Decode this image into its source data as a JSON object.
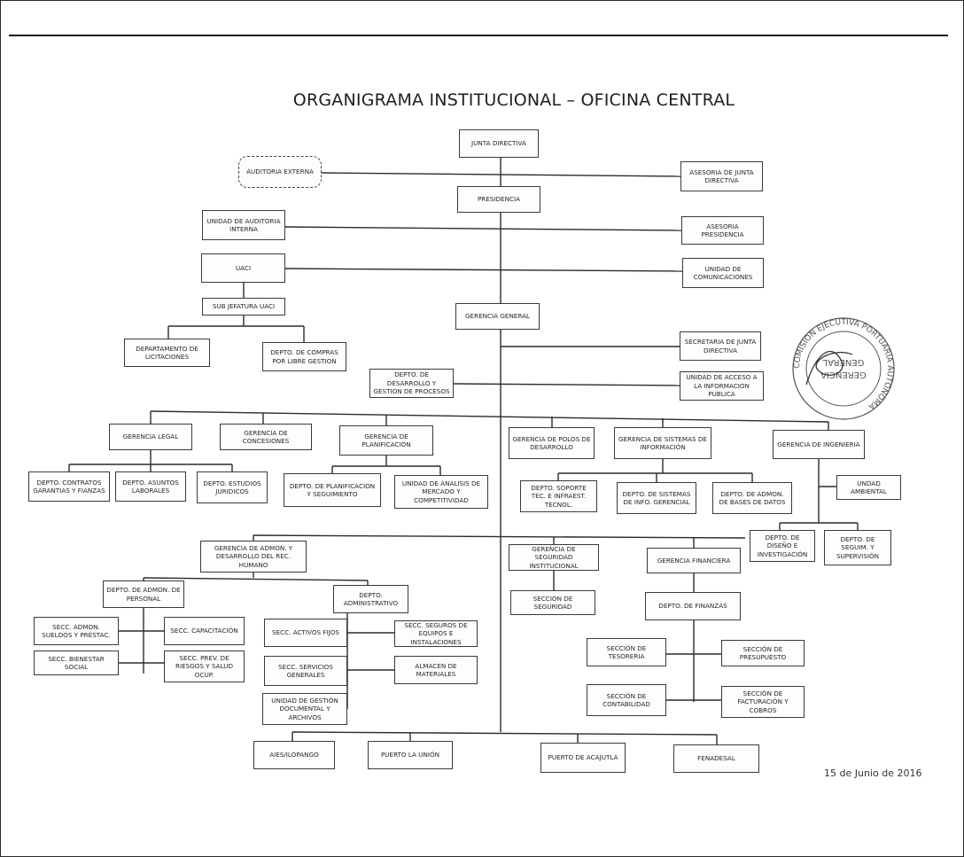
{
  "title": "ORGANIGRAMA INSTITUCIONAL – OFICINA CENTRAL",
  "date": "15 de Junio de 2016",
  "stamp": {
    "outer_text": "COMISION EJECUTIVA PORTUARIA AUTONOMA",
    "center_line1": "GERENCIA",
    "center_line2": "GENERAL"
  },
  "units": {
    "junta_directiva": "JUNTA DIRECTIVA",
    "auditoria_externa": "AUDITORIA EXTERNA",
    "asesoria_junta_directiva": "ASESORIA DE JUNTA DIRECTIVA",
    "presidencia": "PRESIDENCIA",
    "unidad_auditoria_interna": "UNIDAD DE AUDITORIA INTERNA",
    "asesoria_presidencia": "ASESORIA PRESIDENCIA",
    "uaci": "UACI",
    "unidad_comunicaciones": "UNIDAD DE COMUNICACIONES",
    "sub_jefatura_uaci": "SUB JEFATURA UACI",
    "gerencia_general": "GERENCIA GENERAL",
    "departamento_licitaciones": "DEPARTAMENTO DE LICITACIONES",
    "depto_compras_libre_gestion": "DEPTO. DE COMPRAS POR LIBRE GESTION",
    "secretaria_junta_directiva": "SECRETARIA DE JUNTA DIRECTIVA",
    "depto_desarrollo_gestion_procesos": "DEPTO. DE DESARROLLO Y GESTION DE PROCESOS",
    "unidad_acceso_informacion": "UNIDAD DE ACCESO A LA INFORMACION PUBLICA",
    "gerencia_legal": "GERENCIA LEGAL",
    "gerencia_concesiones": "GERENCIA DE CONCESIONES",
    "gerencia_planificacion": "GERENCIA DE PLANIFICACION",
    "gerencia_polos_desarrollo": "GERENCIA DE POLOS DE DESARROLLO",
    "gerencia_sistemas_informacion": "GERENCIA DE SISTEMAS DE INFORMACIÓN",
    "gerencia_ingenieria": "GERENCIA DE INGENIERIA",
    "depto_contratos": "DEPTO. CONTRATOS GARANTIAS Y FIANZAS",
    "depto_asuntos_laborales": "DEPTO. ASUNTOS LABORALES",
    "depto_estudios_juridicos": "DEPTO. ESTUDIOS JURIDICOS",
    "depto_planificacion_seguimiento": "DEPTO. DE PLANIFICACION Y SEGUIMIENTO",
    "unidad_analisis_mercado": "UNIDAD DE ANALISIS DE MERCADO Y COMPETITIVIDAD",
    "depto_soporte_tecnico": "DEPTO. SOPORTE TEC. E INFRAEST. TECNOL.",
    "depto_sistemas_info_gerencial": "DEPTO. DE SISTEMAS DE INFO. GERENCIAL",
    "depto_admon_bases_datos": "DEPTO. DE ADMON. DE BASES DE DATOS",
    "unidad_ambiental": "UNDAD AMBIENTAL",
    "depto_diseno_investigacion": "DEPTO. DE DISEÑO E INVESTIGACIÓN",
    "depto_seguim_supervision": "DEPTO. DE SEGUIM. Y SUPERVISIÓN",
    "gerencia_admon_rrhh": "GERENCIA DE ADMON. Y DESARROLLO DEL REC. HUMANO",
    "gerencia_seguridad_institucional": "GERENCIA DE SEGURIDAD INSTITUCIONAL",
    "gerencia_financiera": "GERENCIA FINANCIERA",
    "depto_admon_personal": "DEPTO. DE ADMON. DE PERSONAL",
    "depto_administrativo": "DEPTO. ADMINISTRATIVO",
    "seccion_seguridad": "SECCION DE SEGURIDAD",
    "depto_finanzas": "DEPTO. DE FINANZAS",
    "secc_admon_sueldos": "SECC. ADMON. SUELDOS Y PRESTAC.",
    "secc_capacitacion": "SECC. CAPACITACIÓN",
    "secc_activos_fijos": "SECC. ACTIVOS FIJOS",
    "secc_seguros": "SECC. SEGUROS DE EQUIPOS E INSTALACIONES",
    "secc_bienestar_social": "SECC. BIENESTAR SOCIAL",
    "secc_prev_riesgos": "SECC. PREV. DE RIESGOS Y SALUD OCUP.",
    "secc_servicios_generales": "SECC. SERVICIOS GENERALES",
    "almacen_materiales": "ALMACEN DE MATERIALES",
    "unidad_gestion_documental": "UNIDAD DE GESTIÓN DOCUMENTAL Y ARCHIVOS",
    "seccion_tesoreria": "SECCIÓN DE TESORERIA",
    "seccion_presupuesto": "SECCIÓN DE PRESUPUESTO",
    "seccion_contabilidad": "SECCIÓN DE CONTABILIDAD",
    "seccion_facturacion_cobros": "SECCIÓN DE FACTURACIÓN Y COBROS",
    "aies_ilopango": "AIES/ILOPANGO",
    "puerto_la_union": "PUERTO LA UNIÓN",
    "puerto_acajutla": "PUERTO DE ACAJUTLA",
    "fenadesal": "FENADESAL"
  }
}
